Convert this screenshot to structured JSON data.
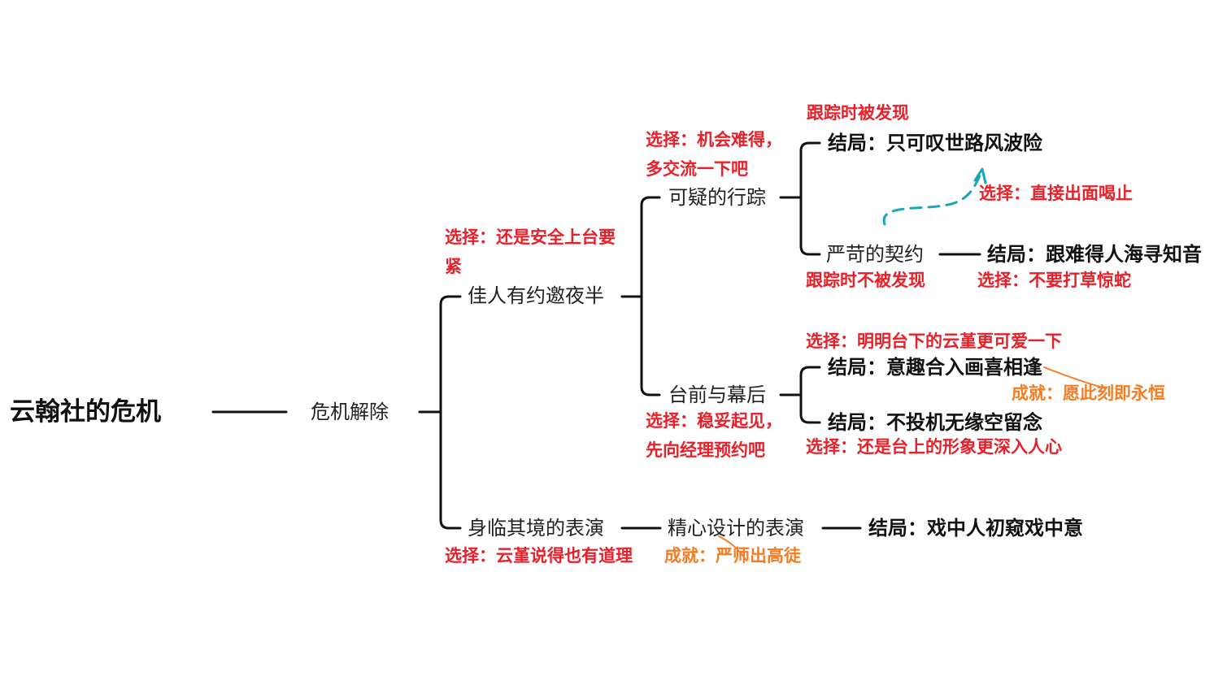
{
  "diagram": {
    "root": "云翰社的危机",
    "level1": "危机解除",
    "branch_a": {
      "label": "佳人有约邀夜半",
      "choice": "选择：还是安全上台要紧",
      "sub1": {
        "label": "可疑的行踪",
        "choice": "选择：机会难得，多交流一下吧",
        "end1_condition": "跟踪时被发现",
        "end1": "结局：只可叹世路风波险",
        "choice_stop": "选择：直接出面喝止",
        "sub_node": "严苛的契约",
        "sub_node_condition": "跟踪时不被发现",
        "end2": "结局：跟难得人海寻知音",
        "end2_choice": "选择：不要打草惊蛇"
      },
      "sub2": {
        "label": "台前与幕后",
        "choice": "选择：稳妥起见，先向经理预约吧",
        "end1_choice": "选择：明明台下的云堇更可爱一下",
        "end1": "结局：意趣合入画喜相逢",
        "achievement": "成就：愿此刻即永恒",
        "end2": "结局：不投机无缘空留念",
        "end2_choice": "选择：还是台上的形象更深入人心"
      }
    },
    "branch_b": {
      "label": "身临其境的表演",
      "choice": "选择：云堇说得也有道理",
      "sub": "精心设计的表演",
      "achievement": "成就：严师出高徒",
      "end": "结局：戏中人初窥戏中意"
    },
    "colors": {
      "line": "#111111",
      "choice_text": "#e8202a",
      "achievement_text": "#f57c22",
      "dashed_arrow": "#1aa6b7"
    }
  }
}
